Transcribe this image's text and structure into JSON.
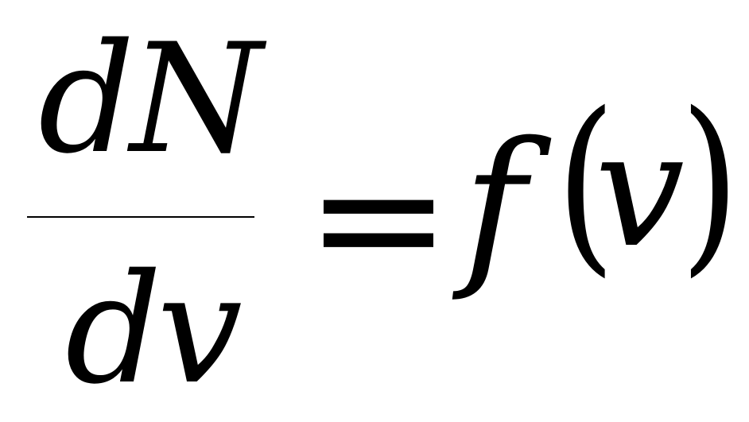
{
  "equation": {
    "numerator": "dN",
    "denominator": "dv",
    "equals": "=",
    "function_name": "f",
    "open_paren": "(",
    "argument": "v",
    "close_paren": ")"
  }
}
